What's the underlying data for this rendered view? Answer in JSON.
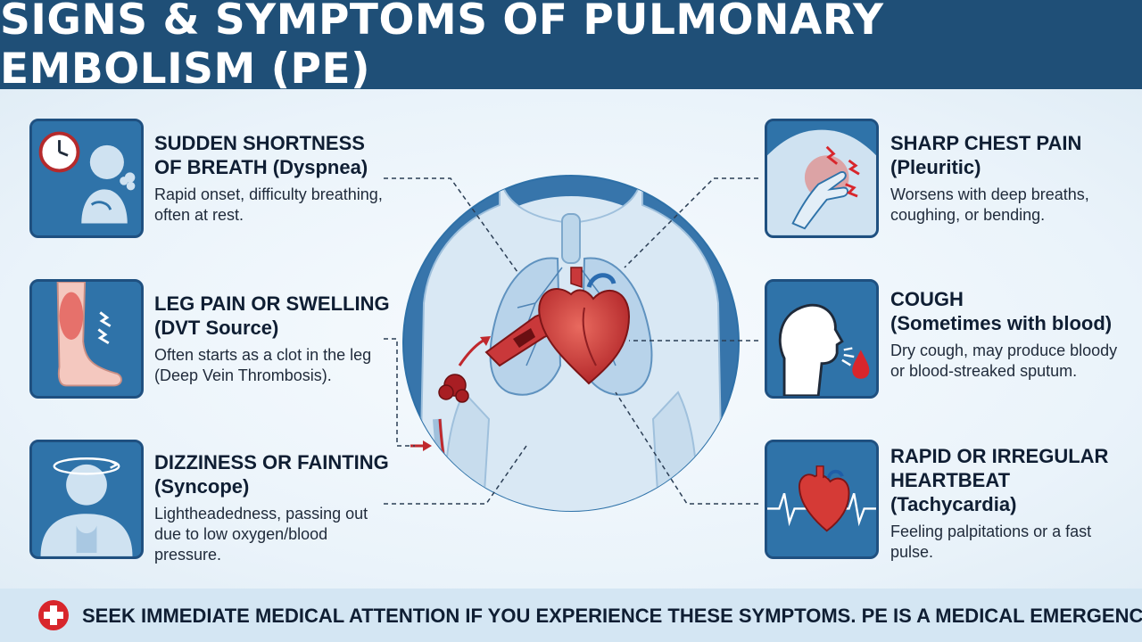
{
  "header": {
    "title": "SIGNS & SYMPTOMS OF PULMONARY EMBOLISM (PE)"
  },
  "symptoms": {
    "dyspnea": {
      "title1": "SUDDEN SHORTNESS",
      "title2": "OF BREATH (Dyspnea)",
      "desc": "Rapid onset, difficulty breathing, often at rest."
    },
    "leg": {
      "title1": "LEG PAIN OR SWELLING",
      "title2": "(DVT Source)",
      "desc": "Often starts as a clot in the leg (Deep Vein Thrombosis)."
    },
    "syncope": {
      "title1": "DIZZINESS OR FAINTING",
      "title2": "(Syncope)",
      "desc": "Lightheadedness, passing out due to low oxygen/blood pressure."
    },
    "chest": {
      "title1": "SHARP CHEST PAIN",
      "title2": "(Pleuritic)",
      "desc": "Worsens with deep breaths, coughing, or bending."
    },
    "cough": {
      "title1": "COUGH",
      "title2": "(Sometimes with blood)",
      "desc": "Dry cough, may produce bloody or blood-streaked sputum."
    },
    "heartbeat": {
      "title1": "RAPID OR IRREGULAR",
      "title2": "HEARTBEAT",
      "title3": "(Tachycardia)",
      "desc": "Feeling palpitations or a fast pulse."
    }
  },
  "footer": {
    "warning": "SEEK IMMEDIATE MEDICAL ATTENTION IF YOU EXPERIENCE THESE SYMPTOMS. PE IS A MEDICAL EMERGENCY."
  },
  "colors": {
    "header": "#1f4f77",
    "icon_bg": "#2f73a9",
    "clot": "#c0282d",
    "footer": "#d4e6f3"
  },
  "icons": [
    "clock-icon",
    "breathless-person-icon",
    "swollen-leg-icon",
    "dizzy-person-icon",
    "chest-pain-icon",
    "coughing-person-icon",
    "heart-ecg-icon",
    "medical-cross-icon"
  ]
}
